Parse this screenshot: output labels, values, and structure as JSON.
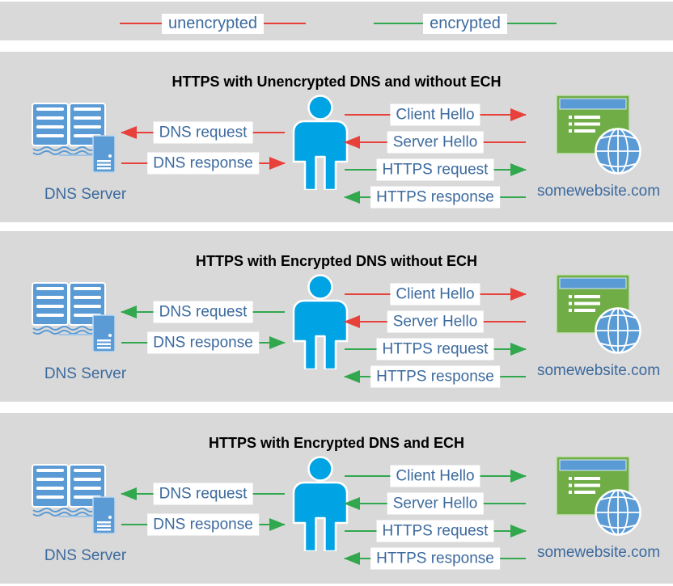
{
  "colors": {
    "red": "#e8403a",
    "green": "#31a84d",
    "label_text": "#3c6a9e",
    "title_text": "#000000",
    "label_bg": "#ffffff",
    "panel_bg": "#d9d9d9",
    "person_blue": "#00a3e4",
    "icon_blue": "#5b9bd5",
    "site_green": "#70ad47"
  },
  "legend": {
    "items": [
      {
        "label": "unencrypted",
        "color": "red"
      },
      {
        "label": "encrypted",
        "color": "green"
      }
    ]
  },
  "panels": [
    {
      "title": "HTTPS with Unencrypted DNS and without ECH",
      "dns_server_label": "DNS Server",
      "website_label": "somewebsite.com",
      "arrows": {
        "dns_request": {
          "label": "DNS request",
          "color": "red",
          "direction": "left"
        },
        "dns_response": {
          "label": "DNS response",
          "color": "red",
          "direction": "right"
        },
        "client_hello": {
          "label": "Client Hello",
          "color": "red",
          "direction": "right"
        },
        "server_hello": {
          "label": "Server Hello",
          "color": "red",
          "direction": "left"
        },
        "https_request": {
          "label": "HTTPS request",
          "color": "green",
          "direction": "right"
        },
        "https_response": {
          "label": "HTTPS response",
          "color": "green",
          "direction": "left"
        }
      }
    },
    {
      "title": "HTTPS with Encrypted DNS without ECH",
      "dns_server_label": "DNS Server",
      "website_label": "somewebsite.com",
      "arrows": {
        "dns_request": {
          "label": "DNS request",
          "color": "green",
          "direction": "left"
        },
        "dns_response": {
          "label": "DNS response",
          "color": "green",
          "direction": "right"
        },
        "client_hello": {
          "label": "Client Hello",
          "color": "red",
          "direction": "right"
        },
        "server_hello": {
          "label": "Server Hello",
          "color": "red",
          "direction": "left"
        },
        "https_request": {
          "label": "HTTPS request",
          "color": "green",
          "direction": "right"
        },
        "https_response": {
          "label": "HTTPS response",
          "color": "green",
          "direction": "left"
        }
      }
    },
    {
      "title": "HTTPS with Encrypted DNS and ECH",
      "dns_server_label": "DNS Server",
      "website_label": "somewebsite.com",
      "arrows": {
        "dns_request": {
          "label": "DNS request",
          "color": "green",
          "direction": "left"
        },
        "dns_response": {
          "label": "DNS response",
          "color": "green",
          "direction": "right"
        },
        "client_hello": {
          "label": "Client Hello",
          "color": "green",
          "direction": "right"
        },
        "server_hello": {
          "label": "Server Hello",
          "color": "green",
          "direction": "left"
        },
        "https_request": {
          "label": "HTTPS request",
          "color": "green",
          "direction": "right"
        },
        "https_response": {
          "label": "HTTPS response",
          "color": "green",
          "direction": "left"
        }
      }
    }
  ]
}
